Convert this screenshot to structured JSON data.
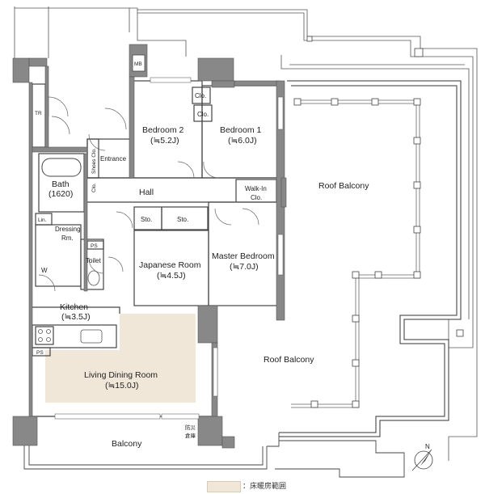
{
  "rooms": {
    "bedroom2": {
      "name": "Bedroom 2",
      "size": "(≒5.2J)"
    },
    "bedroom1": {
      "name": "Bedroom 1",
      "size": "(≒6.0J)"
    },
    "entrance": {
      "name": "Entrance"
    },
    "shoes": {
      "name": "Shoes Clo."
    },
    "hall": {
      "name": "Hall"
    },
    "bath": {
      "name": "Bath",
      "size": "(1620)"
    },
    "lin": {
      "name": "Lin."
    },
    "dressing": {
      "name": "Dressing",
      "sub": "Rm."
    },
    "toilet": {
      "name": "Toilet"
    },
    "ps1": {
      "name": "PS"
    },
    "ps2": {
      "name": "PS"
    },
    "w": {
      "name": "W"
    },
    "sto1": {
      "name": "Sto."
    },
    "sto2": {
      "name": "Sto."
    },
    "clo1": {
      "name": "Clo."
    },
    "clo2": {
      "name": "Clo."
    },
    "clo3": {
      "name": "Clo."
    },
    "walkin": {
      "name": "Walk-In",
      "sub": "Clo."
    },
    "japanese": {
      "name": "Japanese Room",
      "size": "(≒4.5J)"
    },
    "master": {
      "name": "Master Bedroom",
      "size": "(≒7.0J)"
    },
    "kitchen": {
      "name": "Kitchen",
      "size": "(≒3.5J)"
    },
    "living": {
      "name": "Living Dining Room",
      "size": "(≒15.0J)"
    },
    "balcony": {
      "name": "Balcony"
    },
    "roof1": {
      "name": "Roof Balcony"
    },
    "roof2": {
      "name": "Roof Balcony"
    },
    "mb": {
      "name": "MB"
    },
    "tr": {
      "name": "TR"
    },
    "bousai": {
      "line1": "防災",
      "line2": "倉庫"
    }
  },
  "compass": {
    "label": "N"
  },
  "legend": {
    "text": "：床暖房範囲",
    "color": "#f1e7d9"
  }
}
